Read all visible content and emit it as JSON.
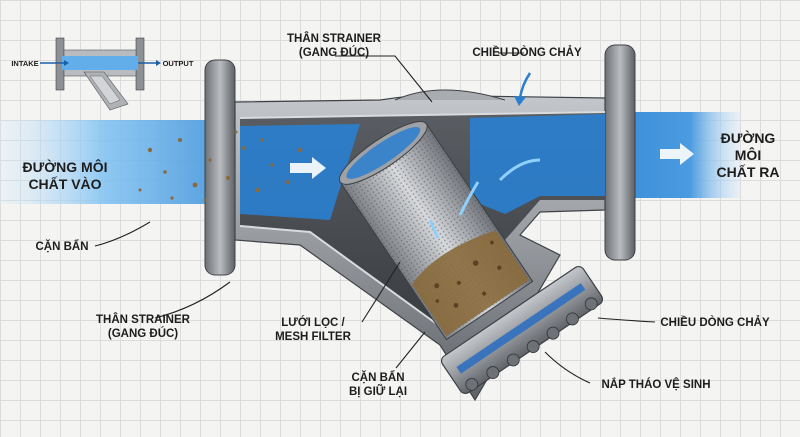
{
  "inset": {
    "intake_label": "INTAKE",
    "output_label": "OUTPUT"
  },
  "labels": {
    "body_top_line1": "THÂN STRAINER",
    "body_top_line2": "(GANG ĐÚC)",
    "flow_top": "CHIỀU DÒNG CHẢY",
    "inlet_line1": "ĐƯỜNG MÔI",
    "inlet_line2": "CHẤT VÀO",
    "outlet_line1": "ĐƯỜNG",
    "outlet_line2": "MÔI",
    "outlet_line3": "CHẤT RA",
    "debris": "CẶN BẨN",
    "body_bottom_line1": "THÂN STRAINER",
    "body_bottom_line2": "(GANG ĐÚC)",
    "mesh_line1": "LƯỚI LỌC /",
    "mesh_line2": "MESH FILTER",
    "trapped_line1": "CẶN BẨN",
    "trapped_line2": "BỊ GIỮ LẠI",
    "flow_right": "CHIỀU DÒNG CHẢY",
    "cover": "NẮP THÁO VỆ SINH"
  },
  "colors": {
    "flow_blue": "#2a7fd0",
    "flow_light": "#7cc0f2",
    "metal": "#8e9196",
    "metal_dark": "#55595f",
    "debris": "#8a6a3c"
  }
}
